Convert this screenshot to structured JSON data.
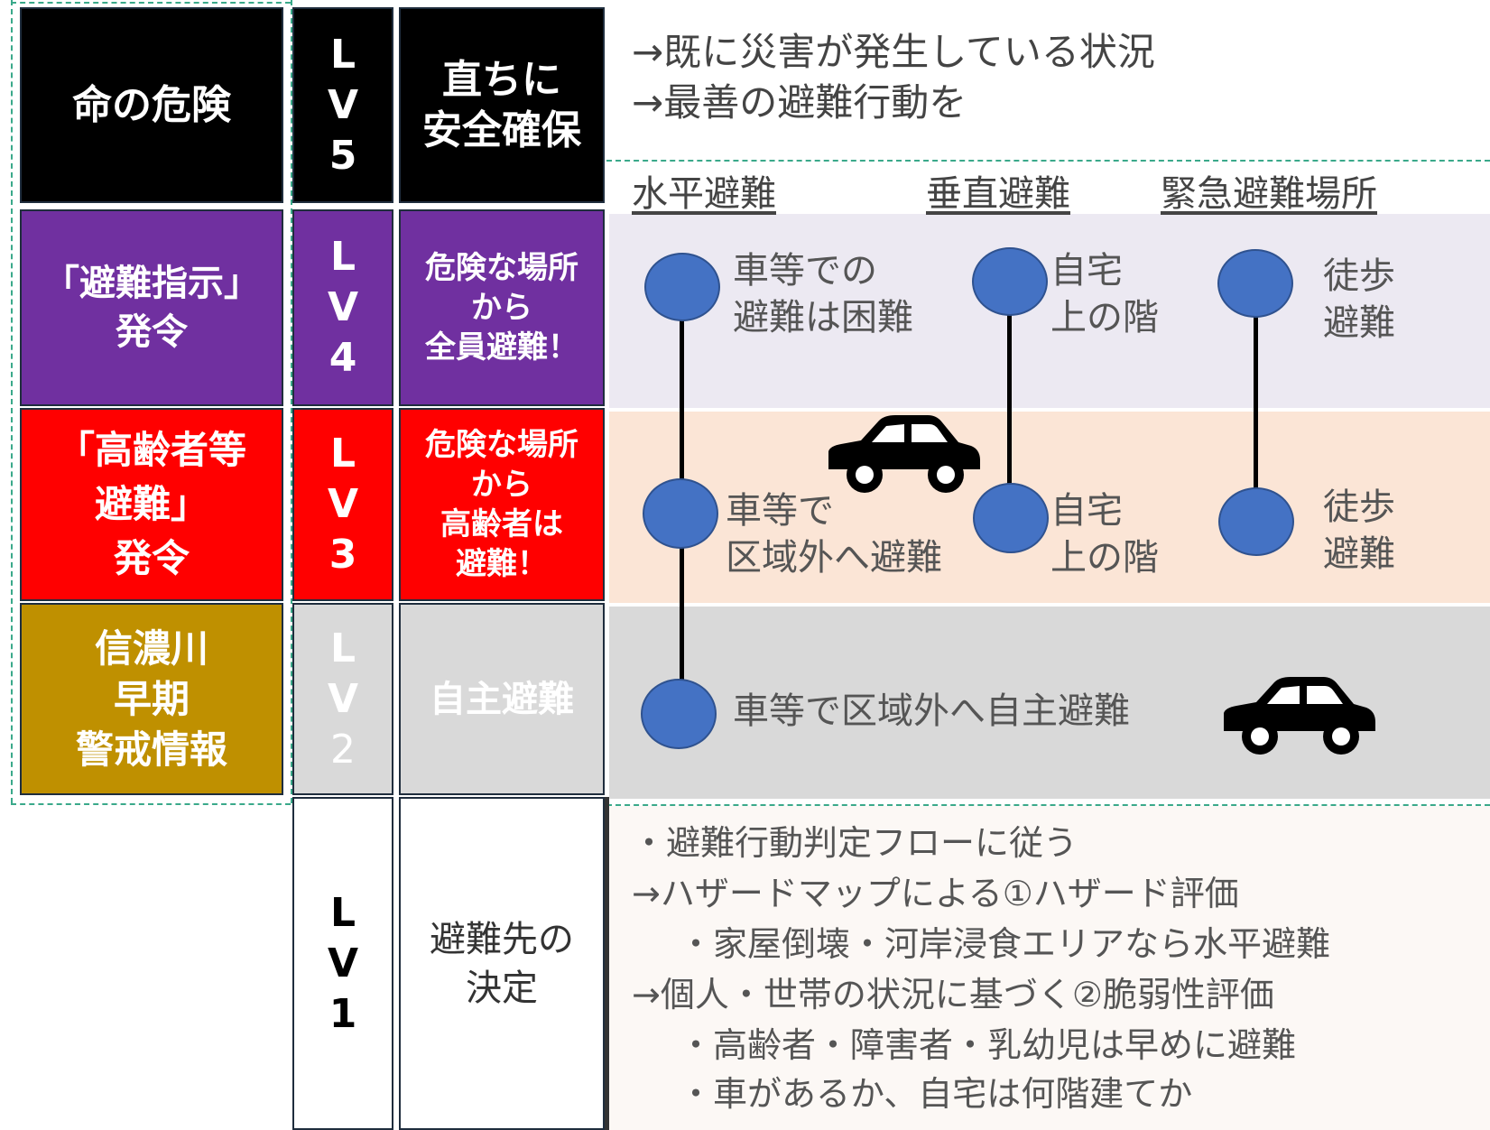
{
  "top_right": {
    "line1": "→既に災害が発生している状況",
    "line2": "→最善の避難行動を"
  },
  "headers": {
    "horizontal": "水平避難",
    "vertical": "垂直避難",
    "emergency": "緊急避難場所"
  },
  "levels": [
    {
      "left": "命の危険",
      "lv": [
        "L",
        "V",
        "5"
      ],
      "action": "直ちに\n安全確保",
      "bg": "#000000",
      "fg": "#ffffff"
    },
    {
      "left": "「避難指示」\n発令",
      "lv": [
        "L",
        "V",
        "4"
      ],
      "action": "危険な場所\nから\n全員避難！",
      "bg": "#7030a0",
      "fg": "#ffffff"
    },
    {
      "left": "「高齢者等\n避難」\n発令",
      "lv": [
        "L",
        "V",
        "3"
      ],
      "action": "危険な場所\nから\n高齢者は\n避難！",
      "bg": "#ff0000",
      "fg": "#ffffff"
    },
    {
      "left": "信濃川\n早期\n警戒情報",
      "lv": [
        "L",
        "V",
        "2"
      ],
      "action": "自主避難",
      "bg": "#bf9000",
      "fg": "#ffffff"
    },
    {
      "left": "",
      "lv": [
        "L",
        "V",
        "1"
      ],
      "action": "避難先の\n決定",
      "bg": "#ffffff",
      "fg": "#000000"
    }
  ],
  "band_colors": {
    "lv4": "#ece9f2",
    "lv3": "#fbe5d6",
    "lv2": "#d9d9d9",
    "lv1": "#fcf8f5",
    "lv2_cell": "#d9d9d9"
  },
  "nodes": {
    "lv4_h": "車等での\n避難は困難",
    "lv4_v": "自宅\n上の階",
    "lv4_e": "徒歩\n避難",
    "lv3_h": "車等で\n区域外へ避難",
    "lv3_v": "自宅\n上の階",
    "lv3_e": "徒歩\n避難",
    "lv2_h": "車等で区域外へ自主避難"
  },
  "lv1_notes": [
    "・避難行動判定フローに従う",
    "→ハザードマップによる①ハザード評価",
    "・家屋倒壊・河岸浸食エリアなら水平避難",
    "→個人・世帯の状況に基づく②脆弱性評価",
    "・高齢者・障害者・乳幼児は早めに避難",
    "・車があるか、自宅は何階建てか"
  ],
  "icons": [
    "car-icon",
    "car-icon"
  ]
}
